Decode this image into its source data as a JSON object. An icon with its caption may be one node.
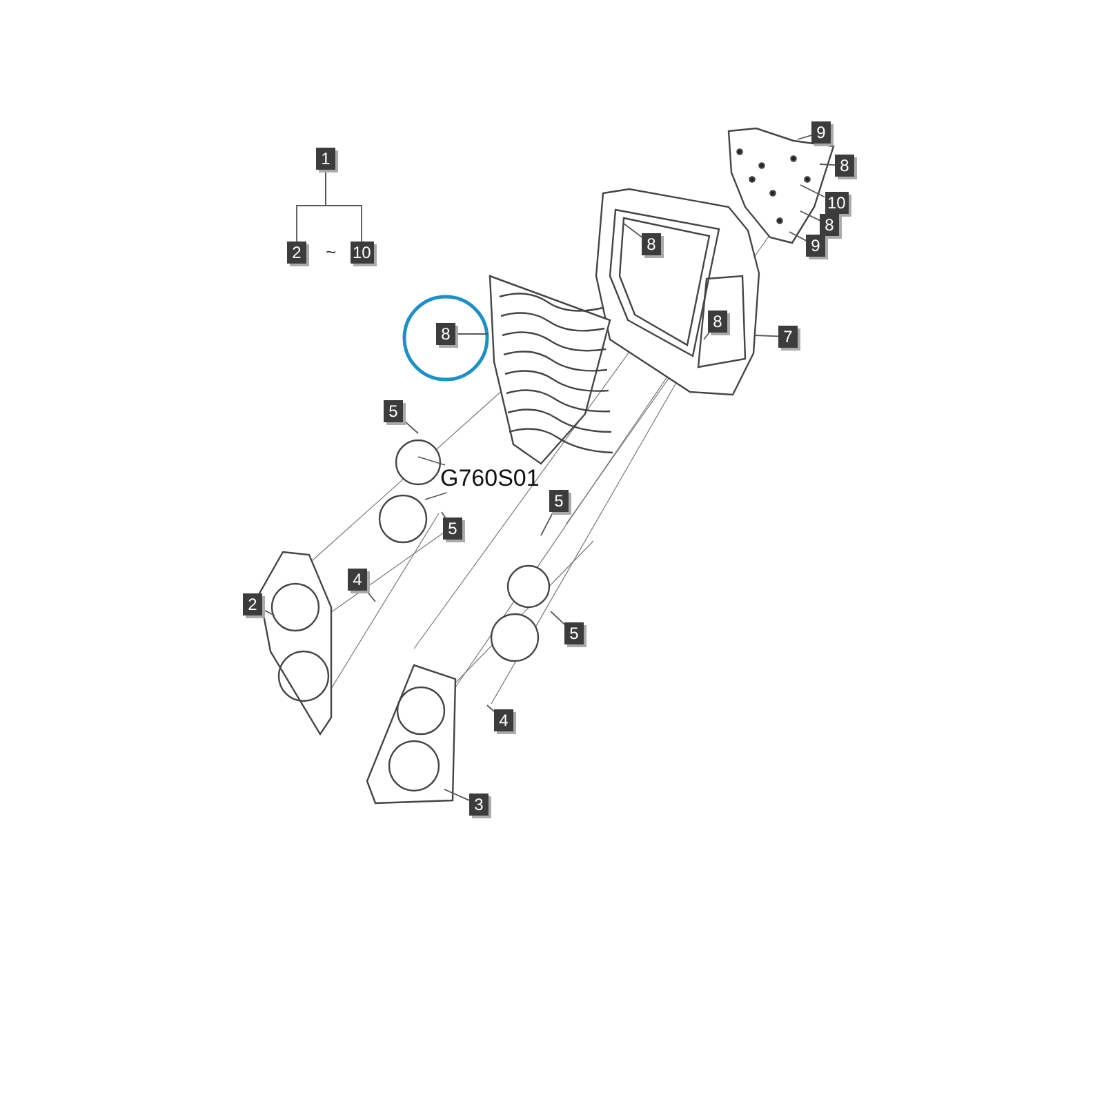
{
  "diagram": {
    "nodes": [
      {
        "text": [
          "1"
        ]
      },
      {
        "text": [
          "2"
        ]
      },
      {
        "text": [
          "10"
        ]
      },
      {
        "text": [
          "9"
        ]
      },
      {
        "text": [
          "8"
        ]
      },
      {
        "text": [
          "10"
        ]
      },
      {
        "text": [
          "8"
        ]
      },
      {
        "text": [
          "9"
        ]
      },
      {
        "text": [
          "8"
        ]
      },
      {
        "text": [
          "8"
        ]
      },
      {
        "text": [
          "8"
        ]
      },
      {
        "text": [
          "7"
        ]
      },
      {
        "text": [
          "5"
        ]
      },
      {
        "text": [
          "G760S01"
        ]
      },
      {
        "text": [
          "5"
        ]
      },
      {
        "text": [
          "5"
        ]
      },
      {
        "text": [
          "4"
        ]
      },
      {
        "text": [
          "2"
        ]
      },
      {
        "text": [
          "5"
        ]
      },
      {
        "text": [
          "4"
        ]
      },
      {
        "text": [
          "3"
        ]
      }
    ],
    "edges": [
      {
        "from": 0,
        "to": 1,
        "arrow": "none"
      },
      {
        "from": 0,
        "to": 2,
        "arrow": "none"
      },
      {
        "from": 3,
        "to": null,
        "arrow": "none"
      },
      {
        "from": 4,
        "to": null,
        "arrow": "none"
      },
      {
        "from": 5,
        "to": null,
        "arrow": "none"
      },
      {
        "from": 6,
        "to": null,
        "arrow": "none"
      },
      {
        "from": 7,
        "to": null,
        "arrow": "none"
      },
      {
        "from": 8,
        "to": null,
        "arrow": "none"
      },
      {
        "from": 9,
        "to": null,
        "arrow": "none"
      },
      {
        "from": 10,
        "to": null,
        "arrow": "none"
      },
      {
        "from": 11,
        "to": null,
        "arrow": "none"
      },
      {
        "from": 12,
        "to": null,
        "arrow": "none"
      },
      {
        "from": 13,
        "to": null,
        "arrow": "none"
      },
      {
        "from": 13,
        "to": null,
        "arrow": "none"
      },
      {
        "from": 14,
        "to": null,
        "arrow": "none"
      },
      {
        "from": 15,
        "to": null,
        "arrow": "none"
      },
      {
        "from": 16,
        "to": null,
        "arrow": "none"
      },
      {
        "from": 17,
        "to": null,
        "arrow": "none"
      },
      {
        "from": 18,
        "to": null,
        "arrow": "none"
      },
      {
        "from": 19,
        "to": null,
        "arrow": "none"
      },
      {
        "from": 20,
        "to": null,
        "arrow": "none"
      }
    ],
    "labels": [
      "~"
    ]
  }
}
